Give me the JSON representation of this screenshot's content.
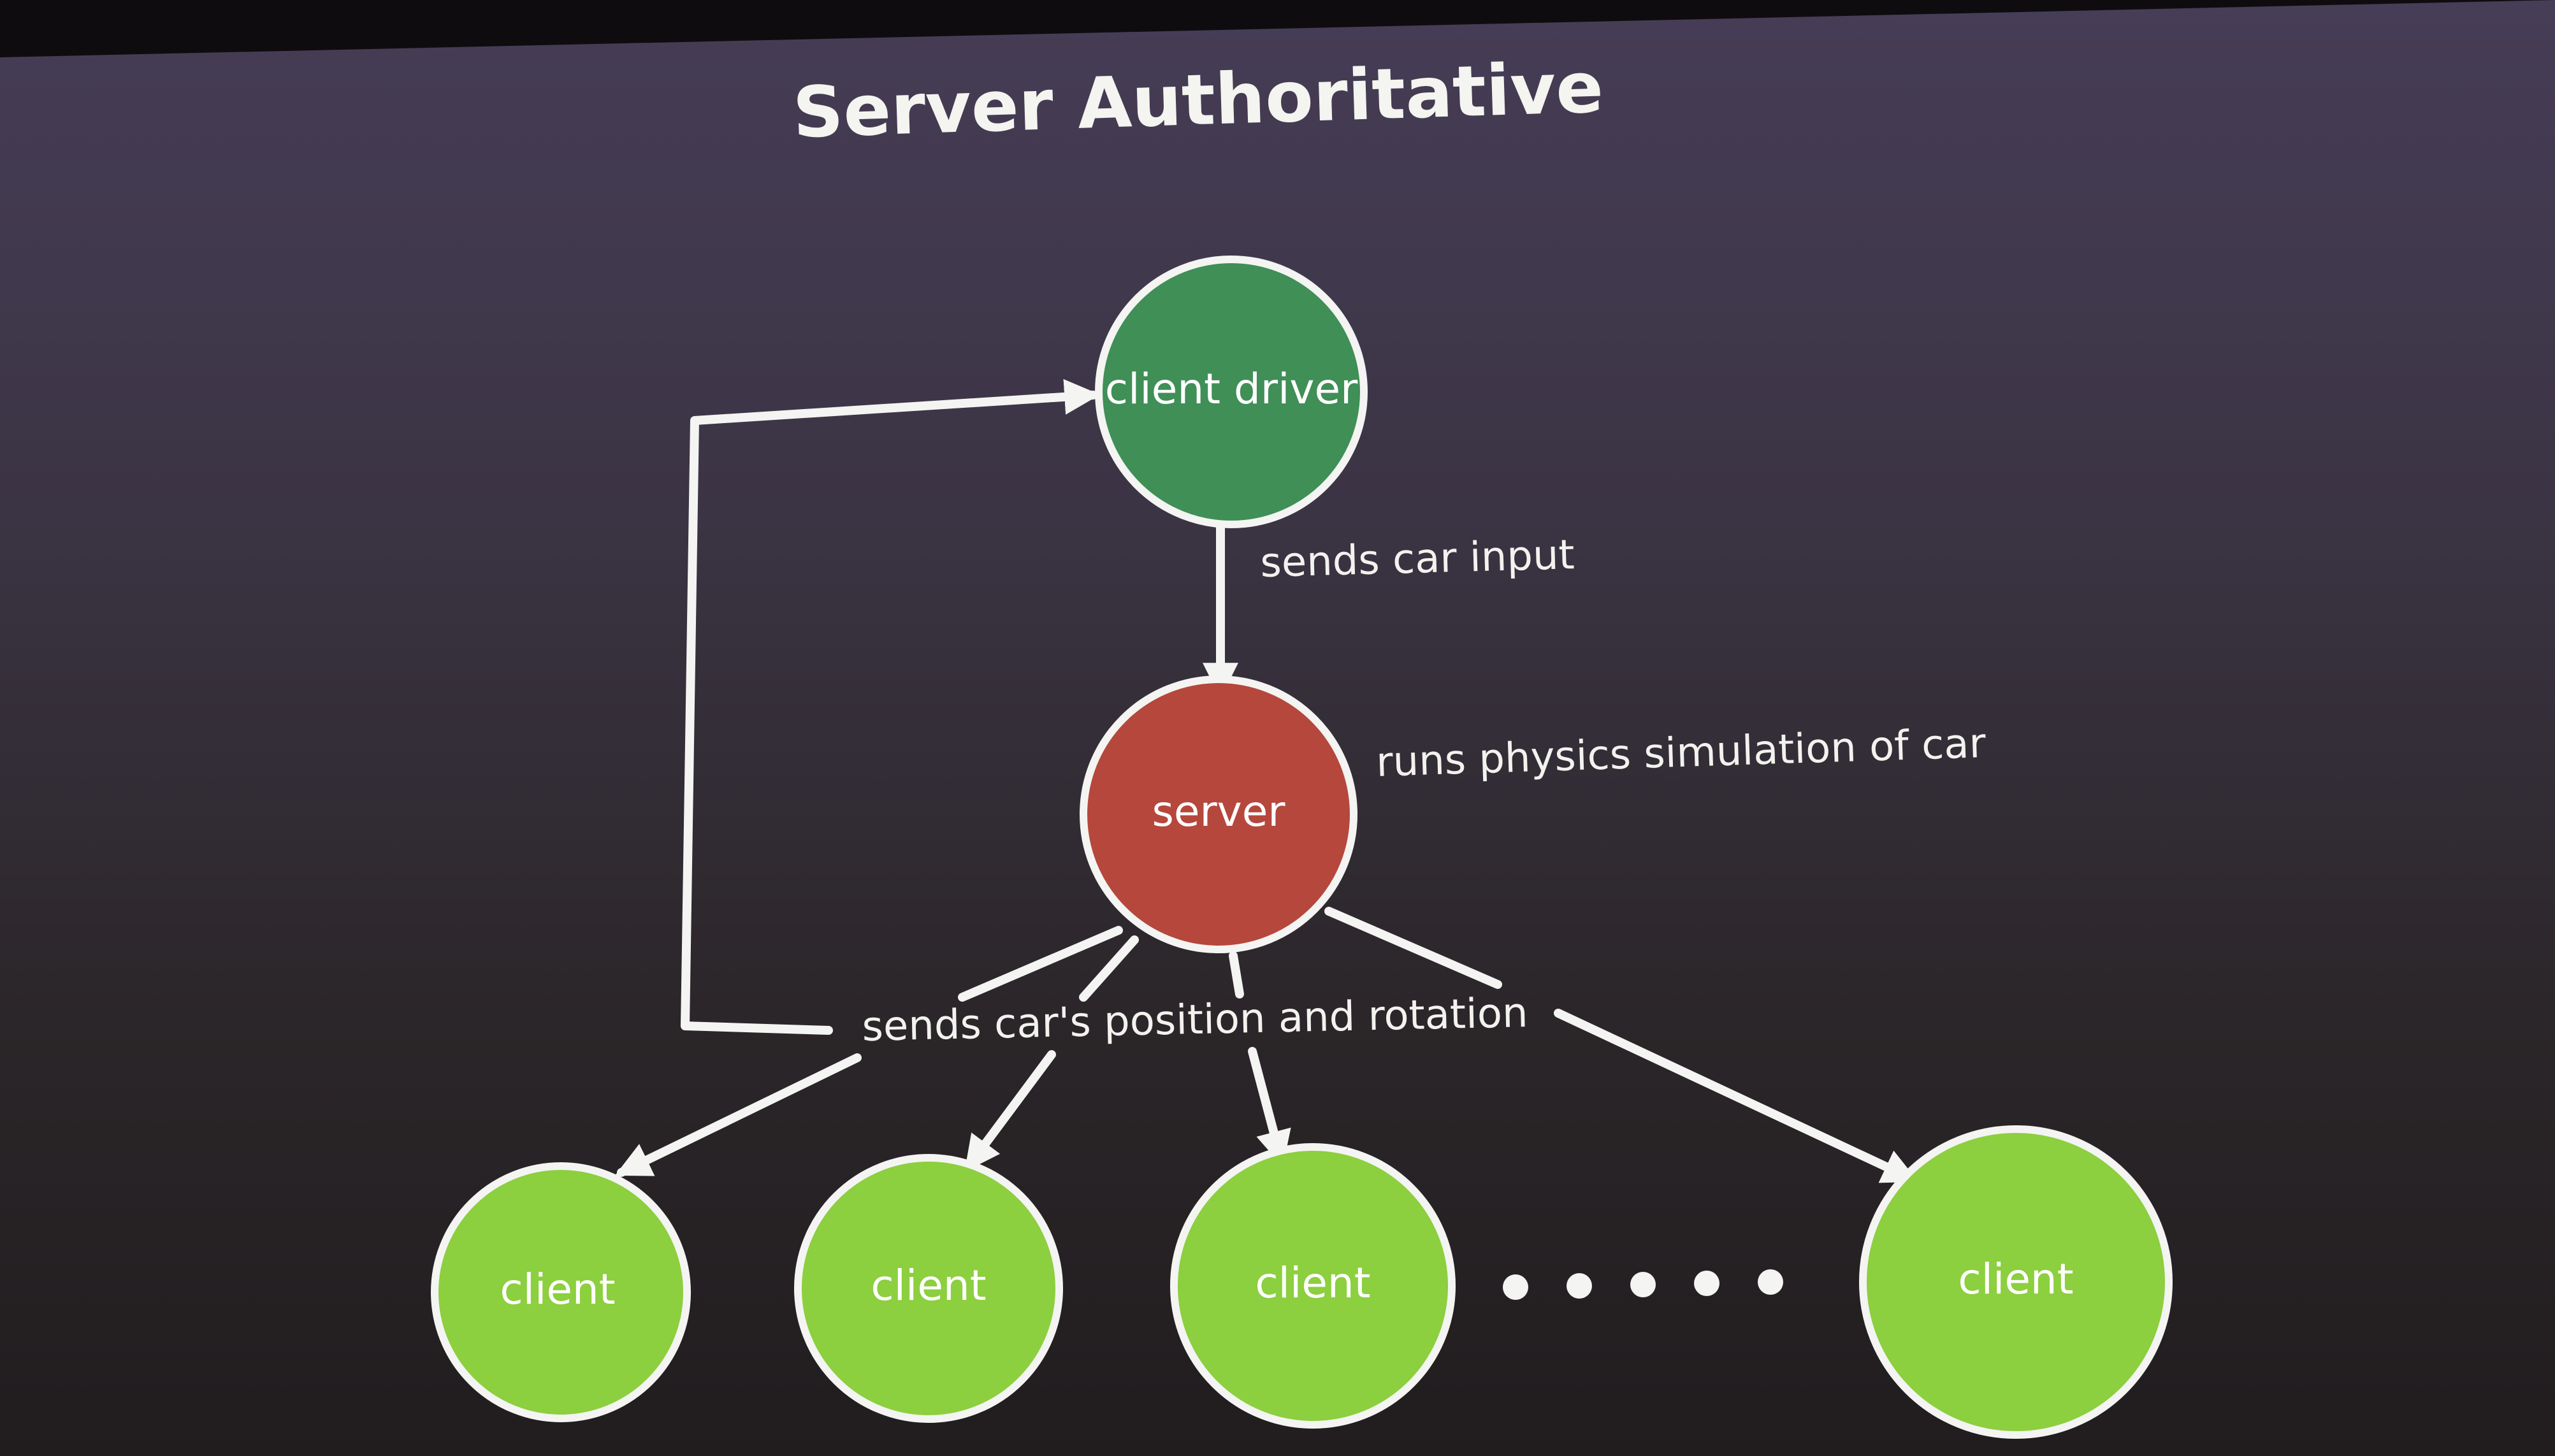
{
  "title": "Server Authoritative",
  "colors": {
    "driver_fill": "#3f8f57",
    "server_fill": "#b5473c",
    "client_fill": "#8ccf3f",
    "outline": "#f4f4f2"
  },
  "nodes": {
    "driver": {
      "label": "client driver"
    },
    "server": {
      "label": "server"
    },
    "clients": [
      {
        "label": "client"
      },
      {
        "label": "client"
      },
      {
        "label": "client"
      },
      {
        "label": "client"
      }
    ],
    "ellipsis_dot_count": 5
  },
  "edges": {
    "driver_to_server": "sends car input",
    "server_note": "runs physics simulation of car",
    "server_to_clients": "sends car's position and rotation"
  }
}
